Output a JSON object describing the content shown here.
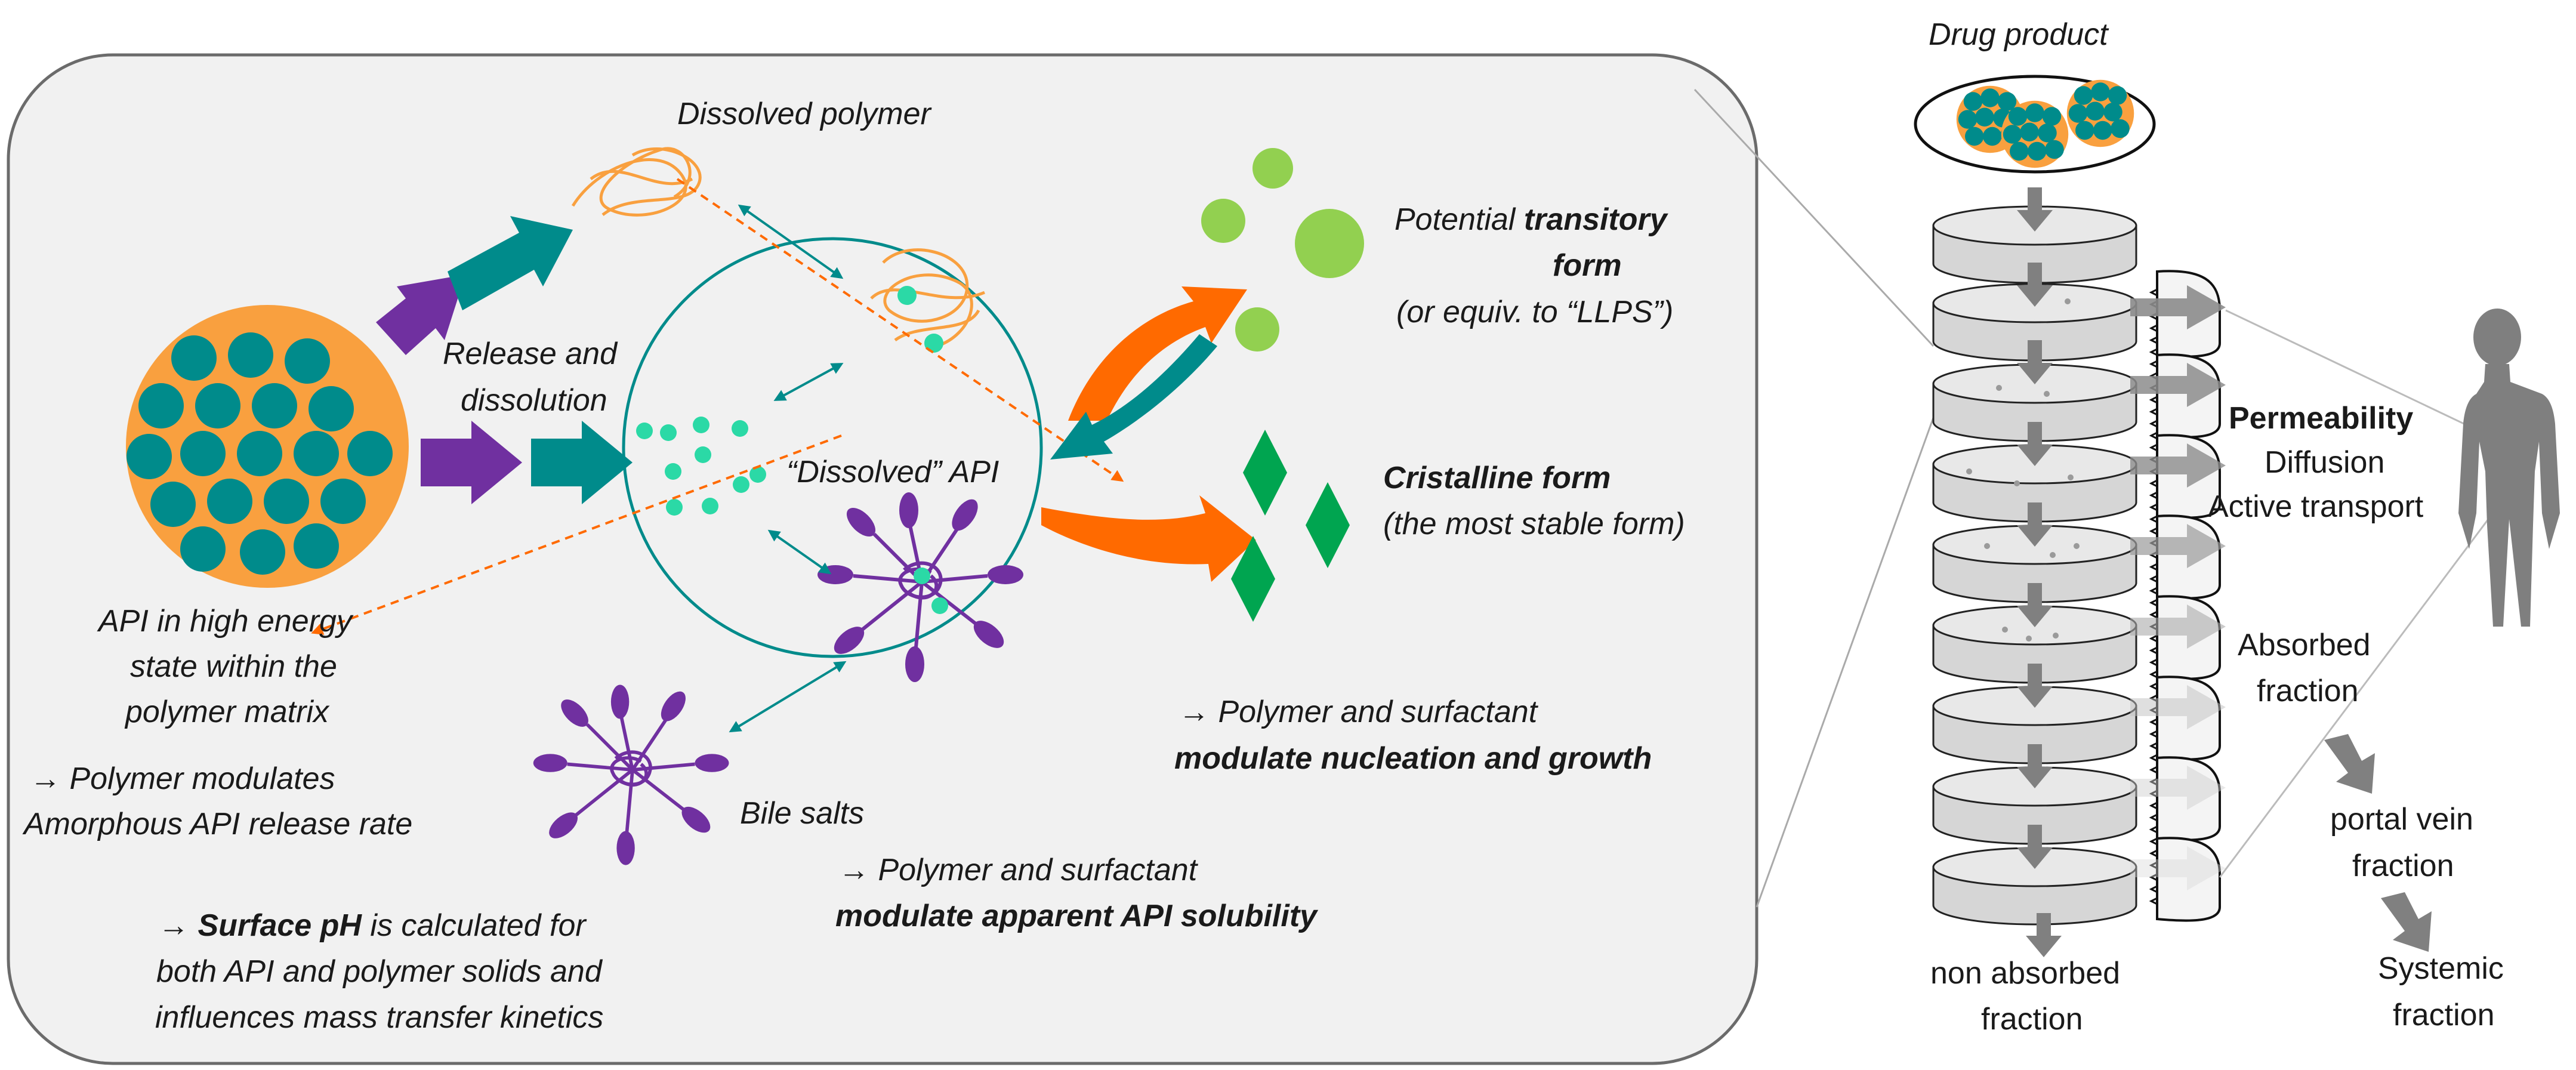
{
  "left_panel": {
    "dissolved_polymer": "Dissolved polymer",
    "release_1": "Release and",
    "release_2": "dissolution",
    "dissolved_api_open": "“Dissolved” API",
    "api_state_1": "API in high energy",
    "api_state_2": "state within the",
    "api_state_3": "polymer matrix",
    "polymer_mod_1": "→ Polymer modulates",
    "polymer_mod_2": "Amorphous API release rate",
    "surface_ph_arrow": "→ ",
    "surface_ph_bold": "Surface pH",
    "surface_ph_rest": " is calculated for",
    "surface_ph_2": "both API and polymer solids and",
    "surface_ph_3": "influences mass transfer kinetics",
    "bile_salts": "Bile salts",
    "solubility_1": "→ Polymer and surfactant",
    "solubility_2": "modulate apparent API solubility",
    "transitory_1a": "Potential ",
    "transitory_1b": "transitory",
    "transitory_2": "form",
    "transitory_3": "(or equiv. to “LLPS”)",
    "crystalline_1": "Cristalline form",
    "crystalline_2": "(the most stable form)",
    "nucleation_1": "→ Polymer and surfactant",
    "nucleation_2": "modulate nucleation and growth"
  },
  "right_panel": {
    "drug_product": "Drug product",
    "permeability": "Permeability",
    "diffusion": "Diffusion",
    "active_transport": "Active transport",
    "absorbed_1": "Absorbed",
    "absorbed_2": "fraction",
    "portal_1": "portal vein",
    "portal_2": "fraction",
    "systemic_1": "Systemic",
    "systemic_2": "fraction",
    "non_absorbed_1": "non absorbed",
    "non_absorbed_2": "fraction"
  },
  "colors": {
    "teal": "#008B8B",
    "purple": "#7030A0",
    "orange_matrix": "#F9A03F",
    "orange_arrow": "#FF6A00",
    "green_dark": "#00A550",
    "green_light": "#92D050",
    "aqua_dot": "#2BD9A6",
    "grey": "#999999"
  }
}
